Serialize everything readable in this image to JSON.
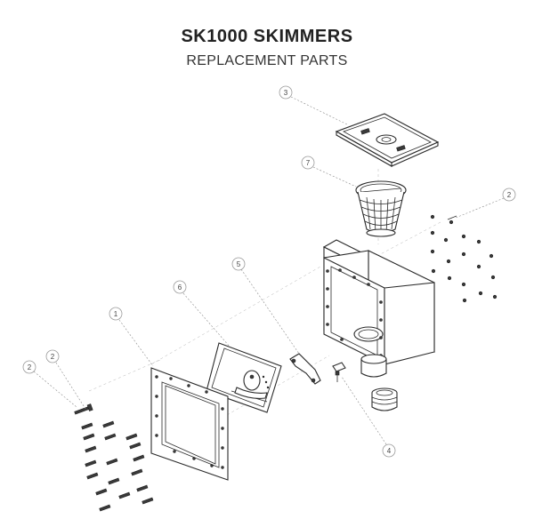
{
  "header": {
    "title": "SK1000 SKIMMERS",
    "subtitle": "REPLACEMENT PARTS"
  },
  "callouts": [
    {
      "id": "callout-3",
      "label": "3"
    },
    {
      "id": "callout-7",
      "label": "7"
    },
    {
      "id": "callout-2-top",
      "label": "2"
    },
    {
      "id": "callout-5",
      "label": "5"
    },
    {
      "id": "callout-6",
      "label": "6"
    },
    {
      "id": "callout-1",
      "label": "1"
    },
    {
      "id": "callout-2-left",
      "label": "2"
    },
    {
      "id": "callout-2-far-left",
      "label": "2"
    },
    {
      "id": "callout-4",
      "label": "4"
    }
  ]
}
